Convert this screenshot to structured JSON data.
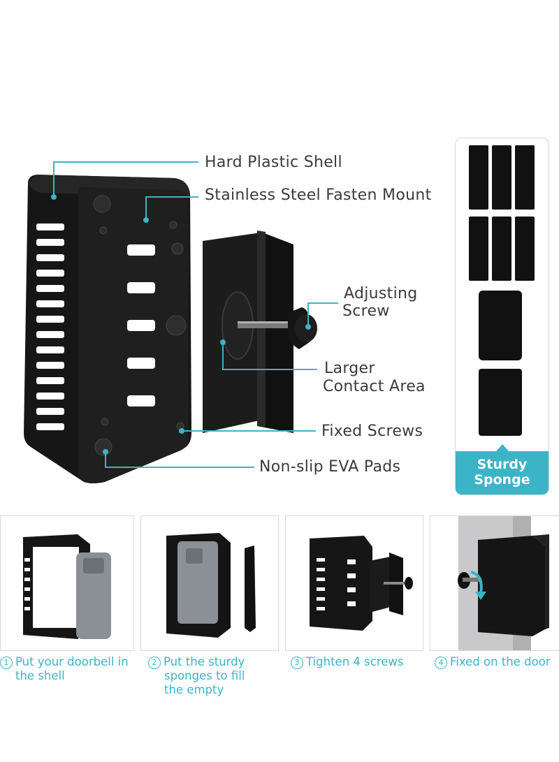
{
  "callouts": {
    "hard_plastic_shell": "Hard Plastic Shell",
    "stainless_mount": "Stainless Steel Fasten Mount",
    "adjusting_screw_line1": "Adjusting",
    "adjusting_screw_line2": "Screw",
    "contact_area_line1": "Larger",
    "contact_area_line2": "Contact Area",
    "fixed_screws": "Fixed Screws",
    "eva_pads": "Non-slip EVA Pads"
  },
  "sponge_badge": {
    "line1": "Sturdy",
    "line2": "Sponge"
  },
  "steps": [
    {
      "num": "1",
      "line1": "Put your doorbell in",
      "line2": "the shell",
      "line3": ""
    },
    {
      "num": "2",
      "line1": "Put the sturdy",
      "line2": "sponges to fill",
      "line3": "the empty"
    },
    {
      "num": "3",
      "line1": "Tighten 4 screws",
      "line2": "",
      "line3": ""
    },
    {
      "num": "4",
      "line1": "Fixed on the door",
      "line2": "",
      "line3": ""
    }
  ],
  "colors": {
    "accent": "#3ab4c6",
    "product": "#1a1a1a",
    "text": "#3b3b3b"
  }
}
